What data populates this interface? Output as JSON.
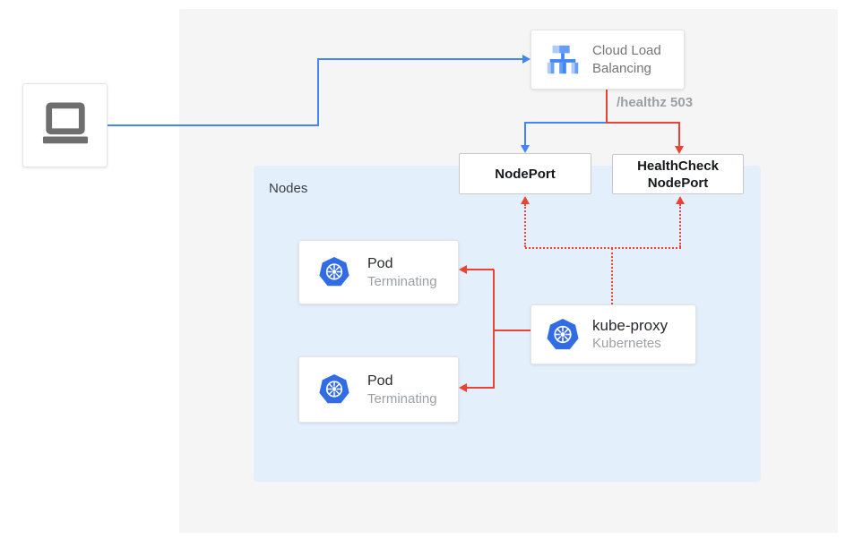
{
  "colors": {
    "flow_blue": "#4285f4",
    "flow_red": "#ea4335",
    "nodes_panel_blue": "#e3f0fc",
    "background_gray": "#f5f5f6",
    "kubernetes_blue": "#326ce5",
    "device_gray": "#6e6e6e"
  },
  "client": {
    "icon": "laptop-icon"
  },
  "cloud_load_balancing": {
    "label": "Cloud Load Balancing",
    "icon": "cloud-load-balancing-icon"
  },
  "healthz": {
    "label": "/healthz 503"
  },
  "nodes": {
    "label": "Nodes"
  },
  "nodeport": {
    "label": "NodePort"
  },
  "healthcheck_nodeport": {
    "line1": "HealthCheck",
    "line2": "NodePort"
  },
  "pods": [
    {
      "title": "Pod",
      "subtitle": "Terminating",
      "icon": "kubernetes-icon"
    },
    {
      "title": "Pod",
      "subtitle": "Terminating",
      "icon": "kubernetes-icon"
    }
  ],
  "kube_proxy": {
    "title": "kube-proxy",
    "subtitle": "Kubernetes",
    "icon": "kubernetes-icon"
  }
}
